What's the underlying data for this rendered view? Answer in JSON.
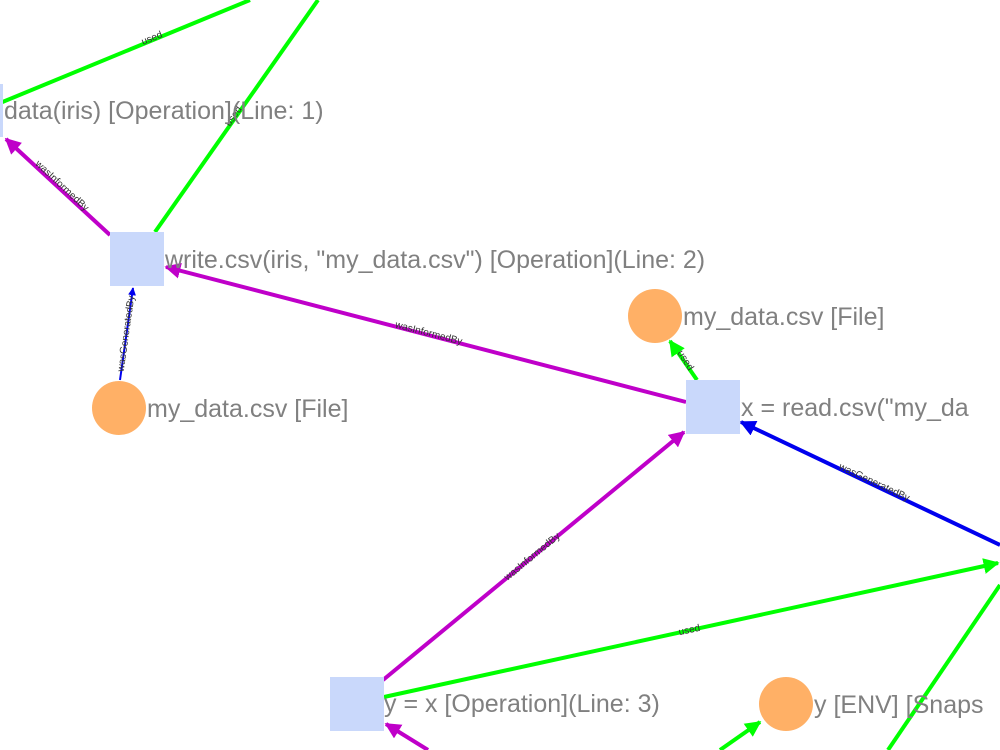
{
  "colors": {
    "used": "#00ff00",
    "wasInformedBy": "#bf00c9",
    "wasGeneratedBy": "#0000ee",
    "operation_node": "#c9d8fb",
    "file_node": "#ffb066",
    "label_text": "#808080",
    "edge_label_text": "#333333"
  },
  "nodes": {
    "op_data_iris": {
      "label": "data(iris) [Operation](Line: 1)",
      "kind": "operation"
    },
    "op_write_csv": {
      "label": "write.csv(iris, \"my_data.csv\") [Operation](Line: 2)",
      "kind": "operation"
    },
    "file_my_data_a": {
      "label": "my_data.csv [File]",
      "kind": "file"
    },
    "file_my_data_b": {
      "label": "my_data.csv [File]",
      "kind": "file"
    },
    "op_read_csv": {
      "label": "x = read.csv(\"my_da",
      "kind": "operation"
    },
    "op_y_eq_x": {
      "label": "y = x [Operation](Line: 3)",
      "kind": "operation"
    },
    "env_y": {
      "label": "y [ENV] [Snaps",
      "kind": "file"
    }
  },
  "edges": {
    "e_top_used": {
      "label": "used",
      "type": "used"
    },
    "e_write_used_top": {
      "label": "used",
      "type": "used"
    },
    "e_write_informed_data": {
      "label": "wasInformedBy",
      "type": "wasInformedBy"
    },
    "e_file_generated_write": {
      "label": "wasGeneratedBy",
      "type": "wasGeneratedBy"
    },
    "e_read_informed_write": {
      "label": "wasInformedBy",
      "type": "wasInformedBy"
    },
    "e_read_used_file": {
      "label": "used",
      "type": "used"
    },
    "e_right_generated_read": {
      "label": "wasGeneratedBy",
      "type": "wasGeneratedBy"
    },
    "e_y_informed_read": {
      "label": "wasInformedBy",
      "type": "wasInformedBy"
    },
    "e_y_used_right": {
      "label": "used",
      "type": "used"
    },
    "e_bottom_used_env": {
      "label": "",
      "type": "used"
    },
    "e_bottom_right_used": {
      "label": "",
      "type": "used"
    },
    "e_bottom_informed_y": {
      "label": "",
      "type": "wasInformedBy"
    }
  }
}
